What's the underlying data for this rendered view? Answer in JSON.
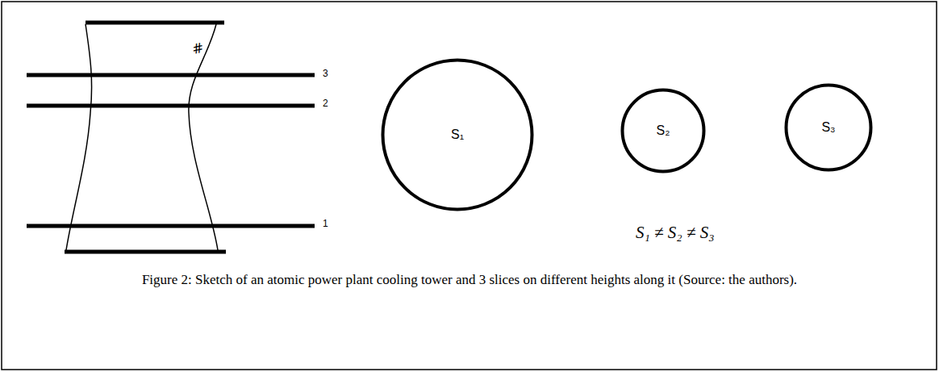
{
  "diagram": {
    "caption": "Figure 2: Sketch of an atomic power plant cooling tower and 3 slices on different heights along it (Source: the authors).",
    "nodes": [
      {
        "text": [
          "S₁"
        ]
      },
      {
        "text": [
          "S₂"
        ]
      },
      {
        "text": [
          "S₃"
        ]
      }
    ],
    "labels": [
      "3",
      "2",
      "1",
      "#",
      "S₁ ≠ S₂ ≠ S₃"
    ]
  }
}
